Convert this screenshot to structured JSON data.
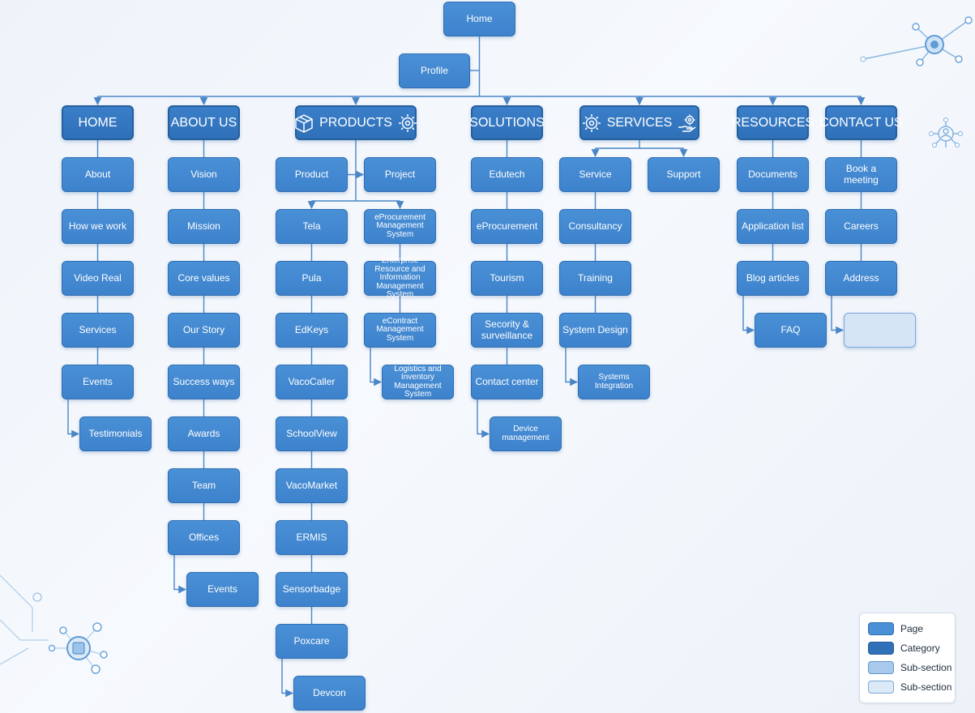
{
  "root": "Home",
  "profile": "Profile",
  "categories": {
    "home": "HOME",
    "about": "ABOUT US",
    "products": "PRODUCTS",
    "solutions": "SOLUTIONS",
    "services": "SERVICES",
    "resources": "RESOURCES",
    "contact": "CONTACT US"
  },
  "home_items": [
    "About",
    "How we work",
    "Video Real",
    "Services",
    "Events",
    "Testimonials"
  ],
  "about_items": [
    "Vision",
    "Mission",
    "Core values",
    "Our Story",
    "Success ways",
    "Awards",
    "Team",
    "Offices",
    "Events"
  ],
  "products_items": {
    "top": [
      "Product",
      "Project"
    ],
    "left": [
      "Tela",
      "Pula",
      "EdKeys",
      "VacoCaller",
      "SchoolView",
      "VacoMarket",
      "ERMIS",
      "Sensorbadge",
      "Poxcare",
      "Devcon"
    ],
    "right": [
      "eProcurement Management System",
      "Enterprise Resource and Information Management System",
      "eContract Management System",
      "Logistics and Inventory Management System"
    ]
  },
  "solutions_items": [
    "Edutech",
    "eProcurement",
    "Tourism",
    "Secority & surveillance",
    "Contact center",
    "Device management"
  ],
  "services_items": {
    "top": [
      "Service",
      "Support"
    ],
    "list": [
      "Consultancy",
      "Training",
      "System Design",
      "Systems Integration"
    ]
  },
  "resources_items": [
    "Documents",
    "Application list",
    "Blog articles",
    "FAQ"
  ],
  "contact_items": [
    "Book a meeting",
    "Careers",
    "Address",
    ""
  ],
  "legend": [
    "Page",
    "Category",
    "Sub-section",
    "Sub-section"
  ],
  "colors": {
    "page": "#4a90d6",
    "category": "#2f70b8",
    "subsection": "#a9c9ec",
    "subsection_light": "#dce9f7",
    "connector": "#4a86c7"
  },
  "icons": {
    "products": [
      "box-icon",
      "gear-icon"
    ],
    "services": [
      "gear-icon",
      "hand-gear-icon"
    ]
  }
}
